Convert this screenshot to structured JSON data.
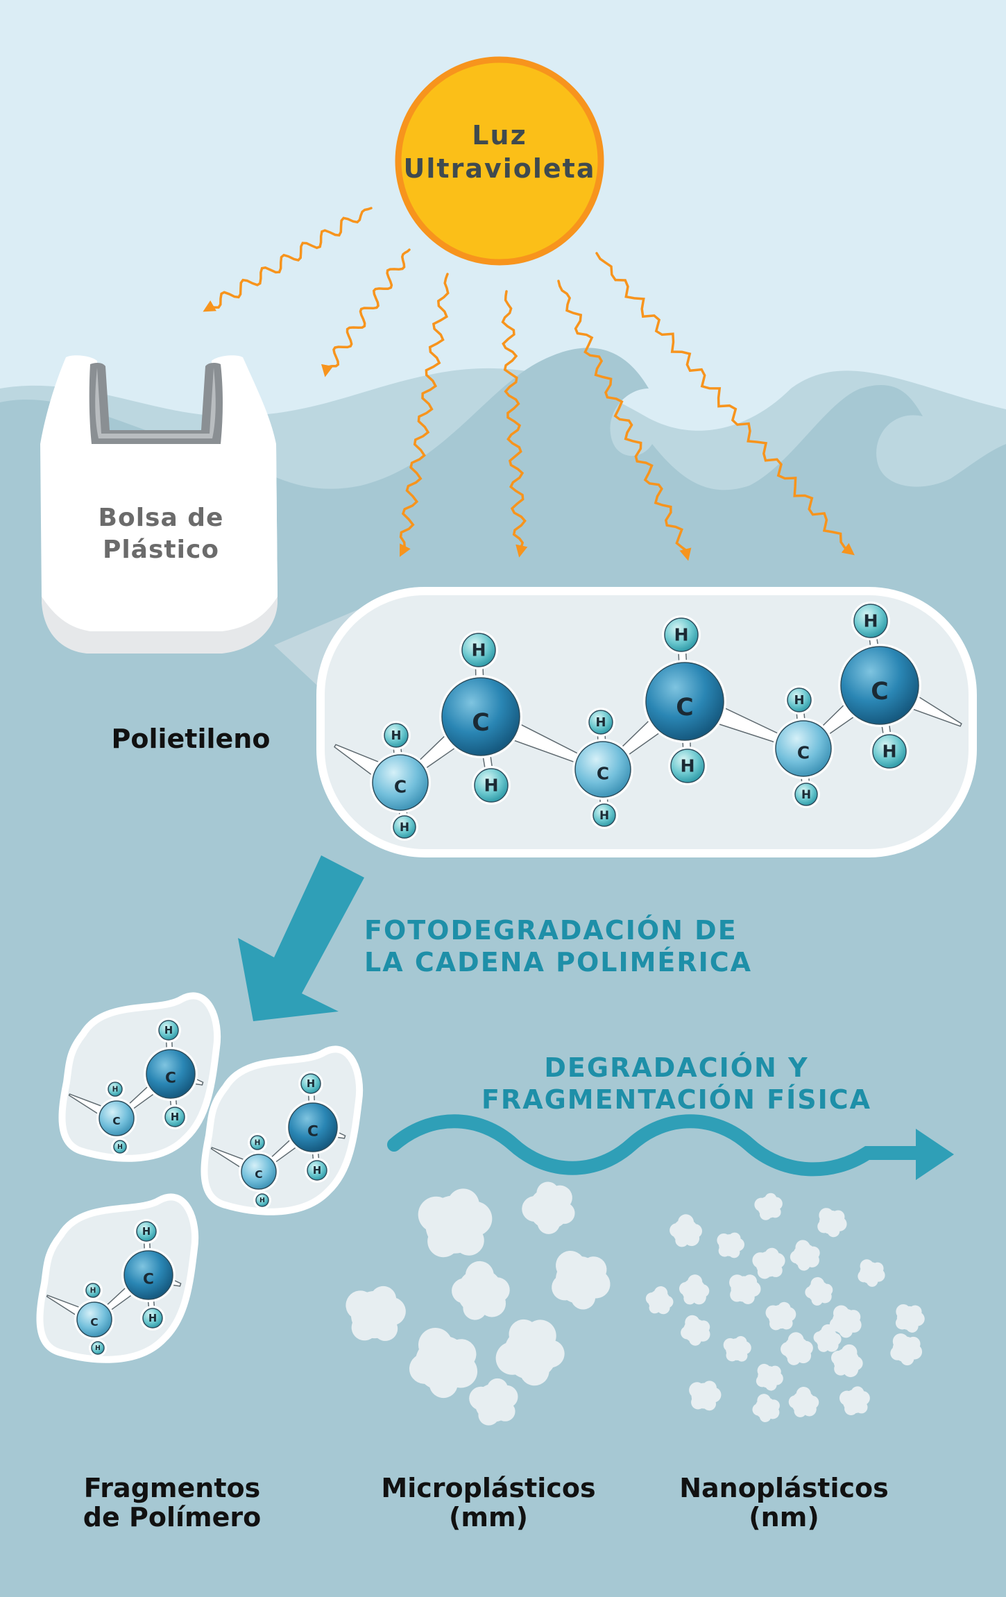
{
  "sun": {
    "line1": "Luz",
    "line2": "Ultravioleta"
  },
  "bag": {
    "line1": "Bolsa de",
    "line2": "Plástico"
  },
  "polymer_label": "Polietileno",
  "process1": {
    "line1": "FOTODEGRADACIÓN DE",
    "line2": "LA CADENA POLIMÉRICA"
  },
  "process2": {
    "line1": "DEGRADACIÓN Y",
    "line2": "FRAGMENTACIÓN FÍSICA"
  },
  "bottom": {
    "fragments": {
      "line1": "Fragmentos",
      "line2": "de Polímero"
    },
    "micro": {
      "line1": "Microplásticos",
      "line2": "(mm)"
    },
    "nano": {
      "line1": "Nanoplásticos",
      "line2": "(nm)"
    }
  },
  "atoms": {
    "carbon": "C",
    "hydrogen": "H"
  },
  "colors": {
    "sky": "#dbedf5",
    "sea": "#a6c8d3",
    "sun_fill": "#fbbf18",
    "sun_ring": "#f7941d",
    "ray": "#f7941d",
    "teal": "#2f9fb7",
    "title_teal": "#1e8fa8"
  }
}
